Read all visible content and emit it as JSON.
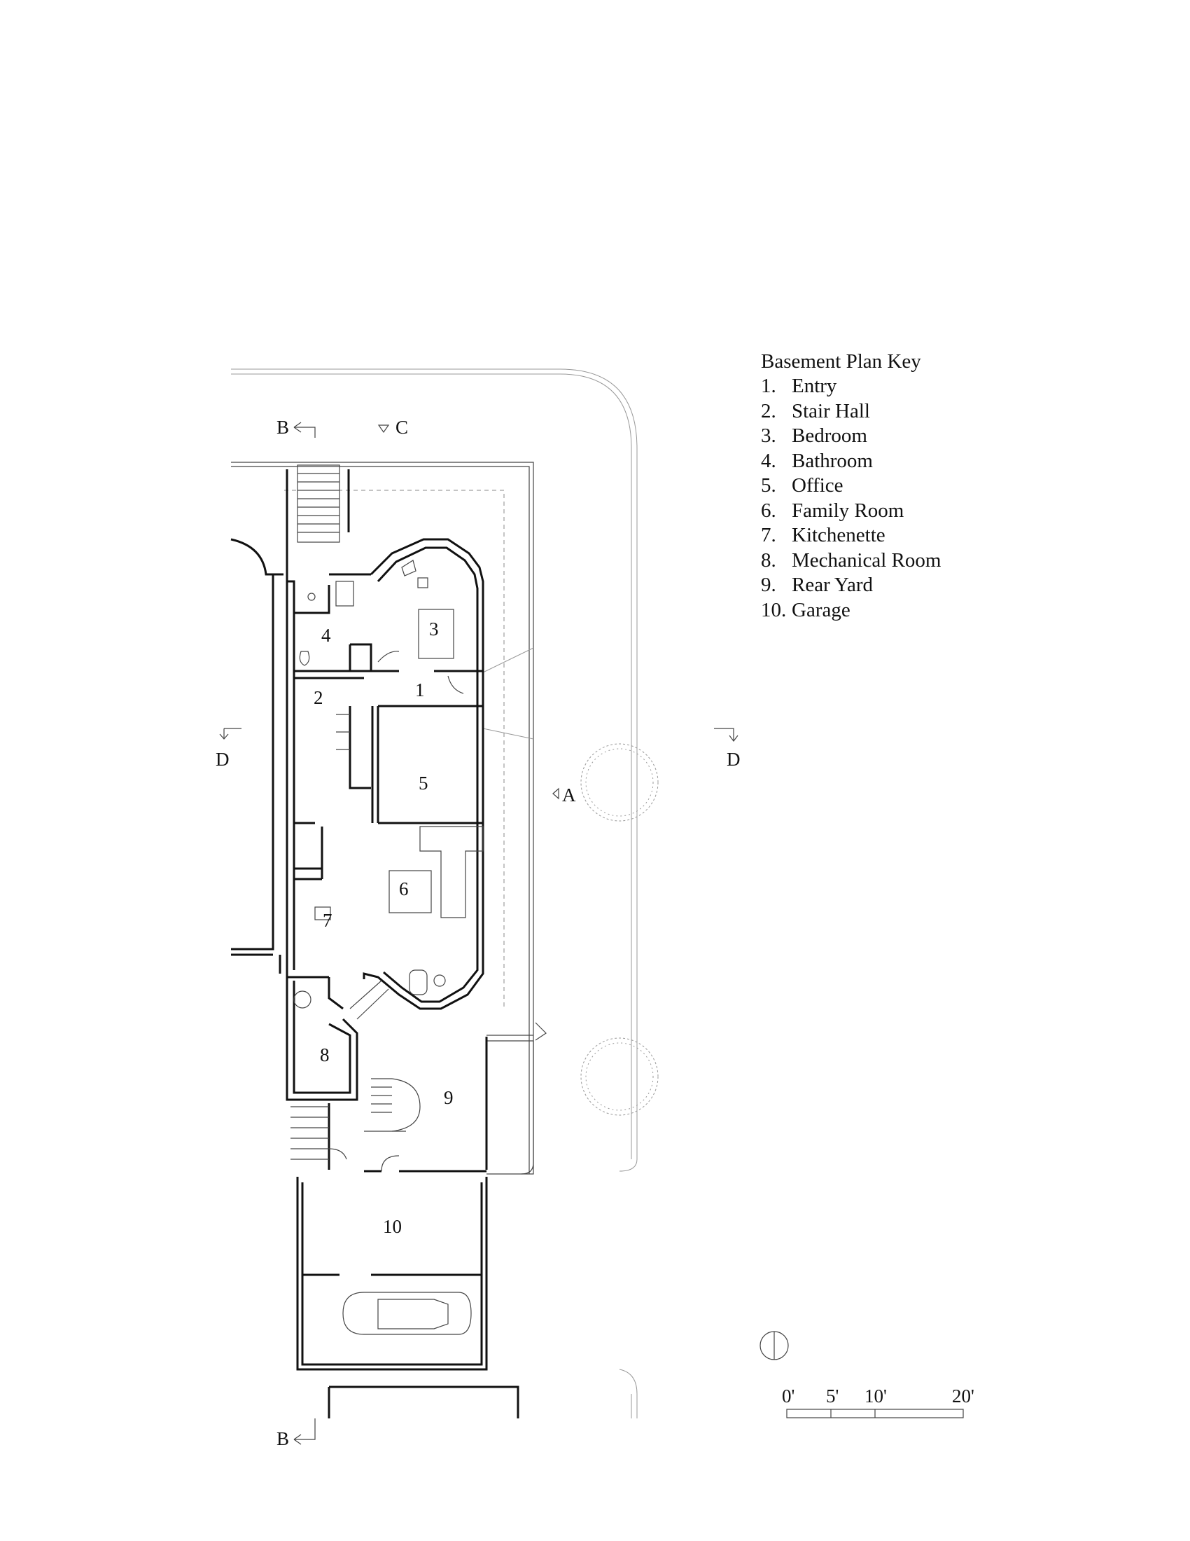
{
  "plan_key": {
    "title": "Basement Plan Key",
    "items": [
      {
        "num": "1.",
        "name": "Entry"
      },
      {
        "num": "2.",
        "name": "Stair Hall"
      },
      {
        "num": "3.",
        "name": "Bedroom"
      },
      {
        "num": "4.",
        "name": "Bathroom"
      },
      {
        "num": "5.",
        "name": "Office"
      },
      {
        "num": "6.",
        "name": "Family Room"
      },
      {
        "num": "7.",
        "name": "Kitchenette"
      },
      {
        "num": "8.",
        "name": "Mechanical Room"
      },
      {
        "num": "9.",
        "name": "Rear Yard"
      },
      {
        "num": "10.",
        "name": "Garage"
      }
    ]
  },
  "room_numbers": [
    "1",
    "2",
    "3",
    "4",
    "5",
    "6",
    "7",
    "8",
    "9",
    "10"
  ],
  "section_markers": {
    "b_top": "B",
    "c_top": "C",
    "d_left": "D",
    "d_right": "D",
    "a_side": "A",
    "b_bottom": "B"
  },
  "scale_bar": {
    "labels": [
      "0'",
      "5'",
      "10'",
      "20'"
    ]
  }
}
